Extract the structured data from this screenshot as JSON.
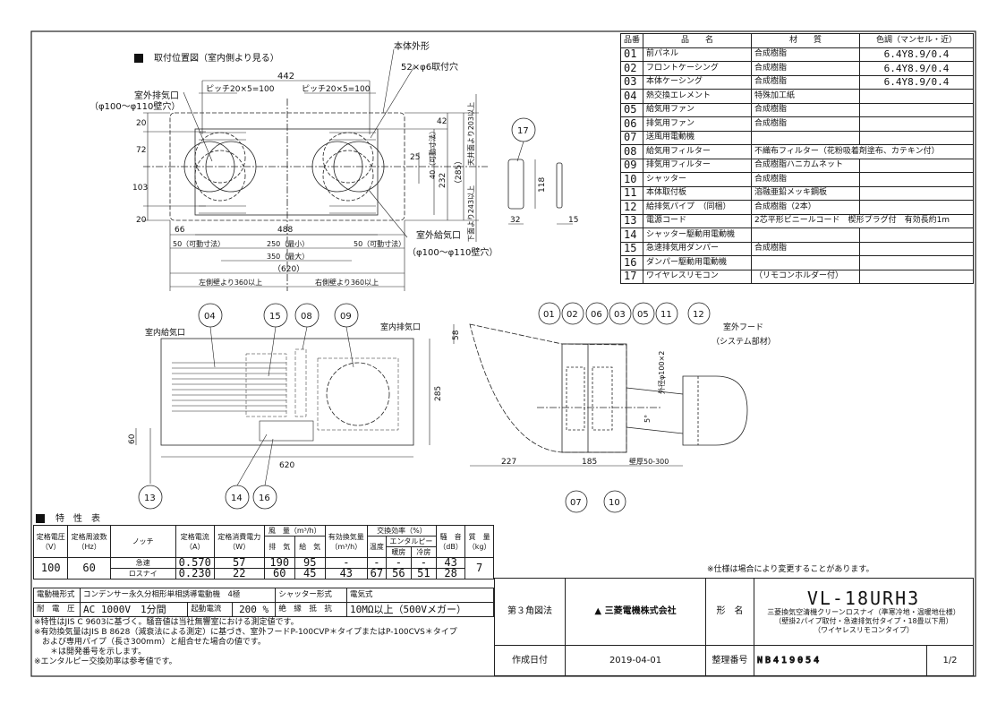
{
  "mounting_view": {
    "heading": "取付位置図（室内側より見る）",
    "outline_label": "本体外形",
    "holes_label": "52×φ6取付穴",
    "exhaust_label": "室外排気口",
    "exhaust_size": "（φ100～φ110壁穴）",
    "supply_label": "室外給気口",
    "supply_size": "（φ100～φ110壁穴）",
    "dims": {
      "d442": "442",
      "pitch_left": "ピッチ20×5=100",
      "pitch_right": "ピッチ20×5=100",
      "d20a": "20",
      "d72": "72",
      "d103": "103",
      "d20b": "20",
      "d42": "42",
      "d25": "25",
      "d40": "40（可動寸法）",
      "d232": "232",
      "d285": "（285）",
      "ceiling": "天井面より203以上",
      "floor": "下面より243以上",
      "d66": "66",
      "d488": "488",
      "d50l": "50（可動寸法）",
      "d250": "250（最小）",
      "d50r": "50（可動寸法）",
      "d350": "350（最大）",
      "d620": "（620）",
      "left_wall": "左側壁より360以上",
      "right_wall": "右側壁より360以上"
    }
  },
  "remote": {
    "bubble": "17",
    "d118": "118",
    "d32": "32",
    "d15": "15"
  },
  "front_view": {
    "indoor_supply": "室内給気口",
    "indoor_exhaust": "室内排気口",
    "bubbles": [
      "04",
      "15",
      "08",
      "09",
      "13",
      "14",
      "16"
    ],
    "d285": "285",
    "d60": "60",
    "d620": "620"
  },
  "side_view": {
    "bubbles_top": [
      "01",
      "02",
      "06",
      "03",
      "05",
      "11",
      "12"
    ],
    "bubbles_bottom": [
      "07",
      "10"
    ],
    "hood_label": "室外フード",
    "hood_note": "（システム部材）",
    "d58": "58",
    "d227": "227",
    "d185": "185",
    "wall": "壁厚50-300",
    "pipe": "外径φ100×2",
    "angle": "5°"
  },
  "parts_table": {
    "headers": [
      "品番",
      "品　　名",
      "材　　質",
      "色調（マンセル・近）"
    ],
    "rows": [
      [
        "01",
        "前パネル",
        "合成樹脂",
        "6.4Y8.9/0.4"
      ],
      [
        "02",
        "フロントケーシング",
        "合成樹脂",
        "6.4Y8.9/0.4"
      ],
      [
        "03",
        "本体ケーシング",
        "合成樹脂",
        "6.4Y8.9/0.4"
      ],
      [
        "04",
        "熱交換エレメント",
        "特殊加工紙",
        ""
      ],
      [
        "05",
        "給気用ファン",
        "合成樹脂",
        ""
      ],
      [
        "06",
        "排気用ファン",
        "合成樹脂",
        ""
      ],
      [
        "07",
        "送風用電動機",
        "",
        ""
      ],
      [
        "08",
        "給気用フィルター",
        "不織布フィルター（花粉吸着剤塗布、カテキン付）",
        ""
      ],
      [
        "09",
        "排気用フィルター",
        "合成樹脂ハニカムネット",
        ""
      ],
      [
        "10",
        "シャッター",
        "合成樹脂",
        ""
      ],
      [
        "11",
        "本体取付板",
        "溶融亜鉛メッキ鋼板",
        ""
      ],
      [
        "12",
        "給排気パイプ　（同梱）",
        "合成樹脂（2本）",
        ""
      ],
      [
        "13",
        "電源コード",
        "2芯平形ビニールコード　楔形プラグ付　有効長約1m",
        ""
      ],
      [
        "14",
        "シャッター駆動用電動機",
        "",
        ""
      ],
      [
        "15",
        "急速排気用ダンパー",
        "合成樹脂",
        ""
      ],
      [
        "16",
        "ダンパー駆動用電動機",
        "",
        ""
      ],
      [
        "17",
        "ワイヤレスリモコン",
        "（リモコンホルダー付）",
        ""
      ]
    ]
  },
  "spec": {
    "heading": "特　性　表",
    "h": {
      "voltage": "定格電圧",
      "voltage_u": "（V）",
      "freq": "定格周波数",
      "freq_u": "（Hz）",
      "notch": "ノッチ",
      "current": "定格電流",
      "current_u": "（A）",
      "power": "定格消費電力",
      "power_u": "（W）",
      "airflow": "風　量（m³/h）",
      "exhaust": "排　気",
      "supply": "給　気",
      "effective": "有効換気量",
      "effective_u": "（m³/h）",
      "efficiency": "交換効率（%）",
      "temp": "温度",
      "enthalpy": "エンタルピー",
      "heating": "暖房",
      "cooling": "冷房",
      "noise": "騒　音",
      "noise_u": "（dB）",
      "mass": "質　量",
      "mass_u": "（kg）"
    },
    "voltage": "100",
    "freq": "60",
    "mass": "7",
    "rows": [
      {
        "notch": "急速",
        "current": "0.570",
        "power": "57",
        "exhaust": "190",
        "supply": "95",
        "effective": "-",
        "temp": "-",
        "heating": "-",
        "cooling": "-",
        "noise": "43"
      },
      {
        "notch": "ロスナイ",
        "current": "0.230",
        "power": "22",
        "exhaust": "60",
        "supply": "45",
        "effective": "43",
        "temp": "67",
        "heating": "56",
        "cooling": "51",
        "noise": "28"
      }
    ],
    "motor_label": "電動機形式",
    "motor": "コンデンサー永久分相形単相誘導電動機　4極",
    "shutter_label": "シャッター形式",
    "shutter": "電気式",
    "withstand_label": "耐　電　圧",
    "withstand": "AC 1000V　1分間",
    "start_label": "起動電流",
    "start": "200 %",
    "insulation_label": "絶　縁　抵　抗",
    "insulation": "10MΩ以上（500Vメガー）"
  },
  "notes": [
    "※特性はJIS C 9603に基づく。騒音値は当社無響室における測定値です。",
    "※有効換気量はJIS B 8628（減衰法による測定）に基づき、室外フードP-100CVP＊タイプまたはP-100CVS＊タイプ",
    "　および専用パイプ（長さ300mm）と組合せた場合の値です。",
    "　　＊は開発番号を示します。",
    "※エンタルピー交換効率は参考値です。"
  ],
  "change_note": "※仕様は場合により変更することがあります。",
  "title_block": {
    "projection": "第３角図法",
    "company": "三菱電機株式会社",
    "model_label": "形　名",
    "model": "VL-18URH3",
    "desc1": "三菱換気空清機クリーンロスナイ（準寒冷地・温暖地仕様）",
    "desc2": "（壁掛2パイプ取付・急速排気付タイプ・18畳以下用）",
    "desc3": "（ワイヤレスリモコンタイプ）",
    "date_label": "作成日付",
    "date": "2019-04-01",
    "number_label": "整理番号",
    "number": "NB419054",
    "sheet": "1/2"
  }
}
